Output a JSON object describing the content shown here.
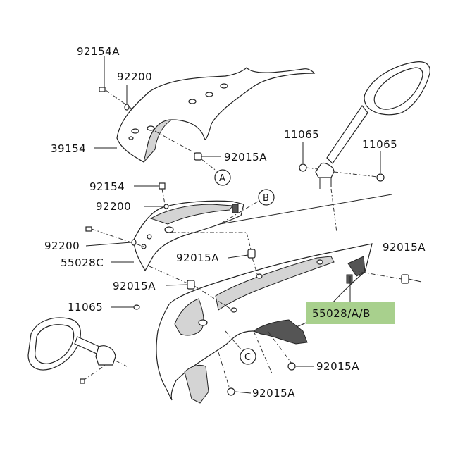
{
  "labels": {
    "screw_top": "92154A",
    "washer_top": "92200",
    "windshield": "39154",
    "grommet_top": "92015A",
    "callout_a": "A",
    "cap_left": "11065",
    "cap_right": "11065",
    "screw_mid": "92154",
    "callout_b": "B",
    "washer_mid": "92200",
    "washer_left": "92200",
    "trim_left": "55028C",
    "grommet_mid": "92015A",
    "grommet_right": "92015A",
    "grommet_left": "92015A",
    "cap_lower": "11065",
    "cowl_main": "55028/A/B",
    "callout_c": "C",
    "grommet_low_right": "92015A",
    "grommet_bottom": "92015A"
  },
  "colors": {
    "highlight": "#a8d08d",
    "line": "#222222",
    "shade": "#d4d4d4"
  }
}
